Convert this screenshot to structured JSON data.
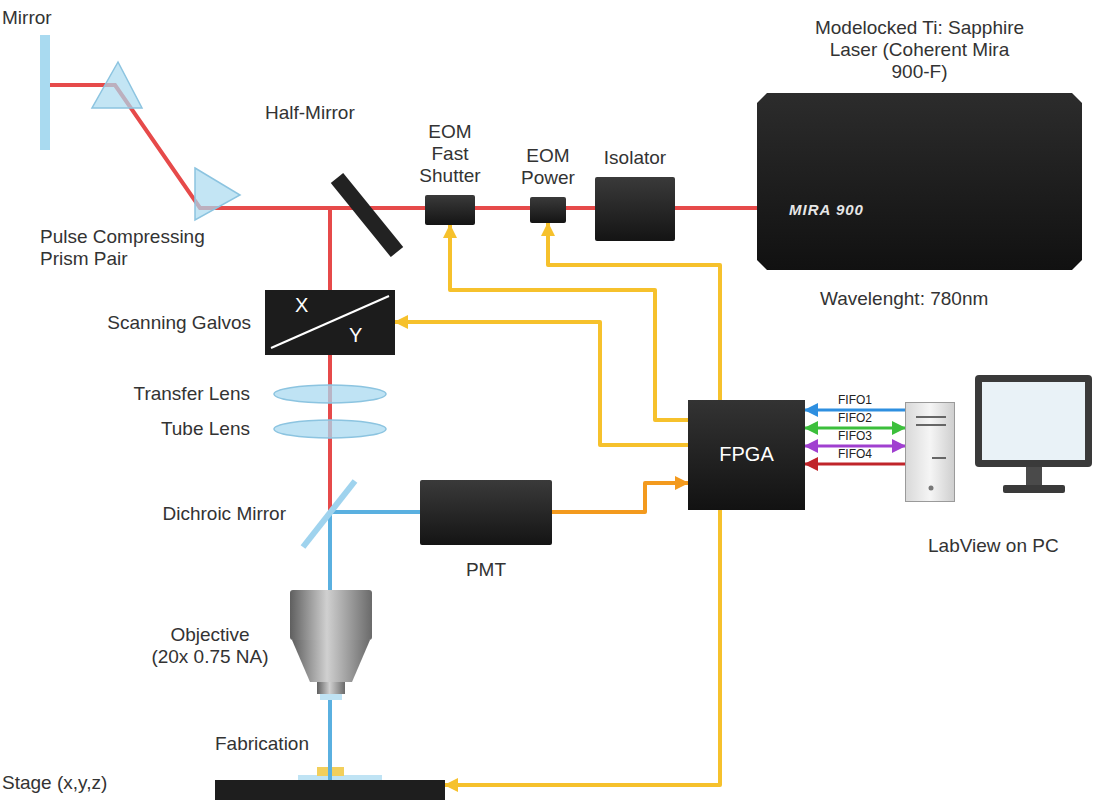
{
  "diagram": {
    "nodes": [
      {
        "text": [
          "Mirror"
        ]
      },
      {
        "text": [
          "Pulse Compressing Prism Pair"
        ]
      },
      {
        "text": [
          "Half-Mirror"
        ]
      },
      {
        "text": [
          "EOM Fast Shutter"
        ]
      },
      {
        "text": [
          "EOM Power"
        ]
      },
      {
        "text": [
          "Isolator"
        ]
      },
      {
        "text": [
          "Modelocked Ti: Sapphire Laser (Coherent Mira 900-F)",
          "MIRA 900",
          "Wavelenght: 780nm"
        ]
      },
      {
        "text": [
          "Scanning Galvos",
          "X",
          "Y"
        ]
      },
      {
        "text": [
          "Transfer Lens"
        ]
      },
      {
        "text": [
          "Tube Lens"
        ]
      },
      {
        "text": [
          "FPGA"
        ]
      },
      {
        "text": [
          "LabView on PC"
        ]
      },
      {
        "text": [
          "Dichroic Mirror"
        ]
      },
      {
        "text": [
          "PMT"
        ]
      },
      {
        "text": [
          "Objective (20x 0.75 NA)"
        ]
      },
      {
        "text": [
          "Stage (x,y,z)"
        ]
      }
    ],
    "edges": [
      {
        "from": 6,
        "to": 5,
        "arrow": "none"
      },
      {
        "from": 5,
        "to": 4,
        "arrow": "none"
      },
      {
        "from": 4,
        "to": 3,
        "arrow": "none"
      },
      {
        "from": 3,
        "to": 2,
        "arrow": "none"
      },
      {
        "from": 2,
        "to": 1,
        "arrow": "none"
      },
      {
        "from": 1,
        "to": 0,
        "arrow": "none"
      },
      {
        "from": 2,
        "to": 7,
        "arrow": "none"
      },
      {
        "from": 7,
        "to": 8,
        "arrow": "none"
      },
      {
        "from": 8,
        "to": 9,
        "arrow": "none"
      },
      {
        "from": 9,
        "to": 12,
        "arrow": "none"
      },
      {
        "from": 12,
        "to": 14,
        "arrow": "none"
      },
      {
        "from": 12,
        "to": 13,
        "arrow": "none"
      },
      {
        "from": 14,
        "to": 15,
        "arrow": "none"
      },
      {
        "from": 10,
        "to": 3,
        "arrow": "to"
      },
      {
        "from": 10,
        "to": 4,
        "arrow": "to"
      },
      {
        "from": 10,
        "to": 7,
        "arrow": "to"
      },
      {
        "from": 10,
        "to": 15,
        "arrow": "to"
      },
      {
        "from": 13,
        "to": 10,
        "arrow": "to"
      },
      {
        "from": 11,
        "to": 10,
        "label": "FIFO1",
        "arrow": "to"
      },
      {
        "from": 11,
        "to": 10,
        "label": "FIFO2",
        "arrow": "both"
      },
      {
        "from": 11,
        "to": 10,
        "label": "FIFO3",
        "arrow": "both"
      },
      {
        "from": 11,
        "to": 10,
        "label": "FIFO4",
        "arrow": "to"
      }
    ],
    "labels": [
      "Fabrication"
    ]
  }
}
